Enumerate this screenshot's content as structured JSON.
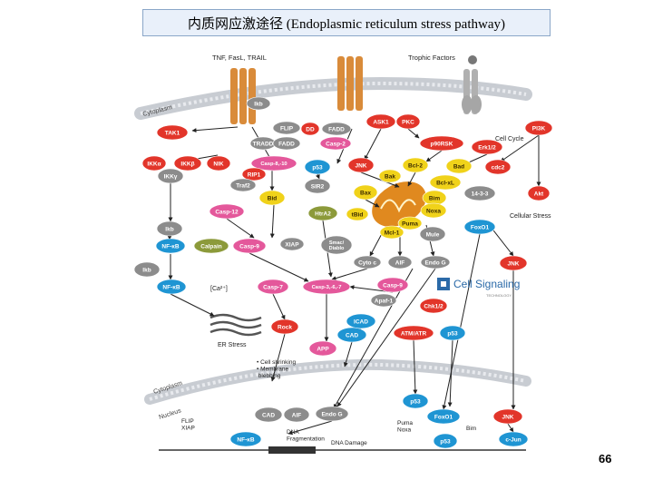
{
  "slide": {
    "title": "内质网应激途径 (Endoplasmic reticulum stress pathway)",
    "page_number": "66"
  },
  "colors": {
    "orange": "#e9812b",
    "red": "#e2352a",
    "blue": "#1f95d3",
    "pink": "#e4589b",
    "gray": "#8c8c8c",
    "darkgray": "#5b5b5b",
    "yellow": "#f0d21a",
    "green": "#8c9a3a",
    "membrane": "#c8ccd2"
  },
  "figure": {
    "receptor_labels": {
      "tnf": "TNF, FasL, TRAIL",
      "trophic": "Trophic Factors"
    },
    "membrane_labels": [
      "Cytoplasm",
      "Cytoplasm",
      "Nucleus"
    ],
    "free_labels": [
      "Cell Cycle",
      "Cellular Stress",
      "[Ca²⁺]",
      "ER Stress",
      "• Cell shrinking\n• Membrane\n  blebbing",
      "FLIP\nXIAP",
      "DNA\nFragmentation",
      "DNA Damage",
      "Puma\nNoxa",
      "Bim"
    ],
    "logo_text": "Cell Signaling",
    "logo_subtext": "TECHNOLOGY",
    "nodes": [
      {
        "label": "Ikb",
        "color": "gray"
      },
      {
        "label": "FLIP",
        "color": "gray"
      },
      {
        "label": "DD",
        "color": "red"
      },
      {
        "label": "FADD",
        "color": "gray"
      },
      {
        "label": "TRADD",
        "color": "gray"
      },
      {
        "label": "FADD",
        "color": "gray"
      },
      {
        "label": "Casp-2",
        "color": "pink"
      },
      {
        "label": "ASK1",
        "color": "red"
      },
      {
        "label": "PKC",
        "color": "red"
      },
      {
        "label": "PI3K",
        "color": "red"
      },
      {
        "label": "TAK1",
        "color": "red"
      },
      {
        "label": "p90RSK",
        "color": "red"
      },
      {
        "label": "Erk1/2",
        "color": "red"
      },
      {
        "label": "IKKα",
        "color": "red"
      },
      {
        "label": "IKKβ",
        "color": "red"
      },
      {
        "label": "NIK",
        "color": "red"
      },
      {
        "label": "Casp-8,-10",
        "color": "pink"
      },
      {
        "label": "p53",
        "color": "blue"
      },
      {
        "label": "JNK",
        "color": "red"
      },
      {
        "label": "Bcl-2",
        "color": "yellow"
      },
      {
        "label": "Bad",
        "color": "yellow"
      },
      {
        "label": "cdc2",
        "color": "red"
      },
      {
        "label": "IKKγ",
        "color": "gray"
      },
      {
        "label": "RIP1",
        "color": "red"
      },
      {
        "label": "Bak",
        "color": "yellow"
      },
      {
        "label": "Bcl-xL",
        "color": "yellow"
      },
      {
        "label": "Traf2",
        "color": "gray"
      },
      {
        "label": "SIR2",
        "color": "gray"
      },
      {
        "label": "Bax",
        "color": "yellow"
      },
      {
        "label": "Bim",
        "color": "yellow"
      },
      {
        "label": "14-3-3",
        "color": "gray"
      },
      {
        "label": "Akt",
        "color": "red"
      },
      {
        "label": "Bid",
        "color": "yellow"
      },
      {
        "label": "Casp-12",
        "color": "pink"
      },
      {
        "label": "HtrA2",
        "color": "green"
      },
      {
        "label": "tBid",
        "color": "yellow"
      },
      {
        "label": "Noxa",
        "color": "yellow"
      },
      {
        "label": "Puma",
        "color": "yellow"
      },
      {
        "label": "FoxO1",
        "color": "blue"
      },
      {
        "label": "Mcl-1",
        "color": "yellow"
      },
      {
        "label": "Mule",
        "color": "gray"
      },
      {
        "label": "Ikb",
        "color": "gray"
      },
      {
        "label": "NF-κB",
        "color": "blue"
      },
      {
        "label": "Calpain",
        "color": "green"
      },
      {
        "label": "Casp-9",
        "color": "pink"
      },
      {
        "label": "XIAP",
        "color": "gray"
      },
      {
        "label": "Smac/\nDiablo",
        "color": "gray"
      },
      {
        "label": "Cyto c",
        "color": "gray"
      },
      {
        "label": "AIF",
        "color": "gray"
      },
      {
        "label": "Endo G",
        "color": "gray"
      },
      {
        "label": "JNK",
        "color": "red"
      },
      {
        "label": "Ikb",
        "color": "gray"
      },
      {
        "label": "NF-κB",
        "color": "blue"
      },
      {
        "label": "Casp-7",
        "color": "pink"
      },
      {
        "label": "Casp-3,-6,-7",
        "color": "pink"
      },
      {
        "label": "Casp-9",
        "color": "pink"
      },
      {
        "label": "Apaf-1",
        "color": "gray"
      },
      {
        "label": "Chk1/2",
        "color": "red"
      },
      {
        "label": "Rock",
        "color": "red"
      },
      {
        "label": "ICAD",
        "color": "blue"
      },
      {
        "label": "CAD",
        "color": "blue"
      },
      {
        "label": "ATM/ATR",
        "color": "red"
      },
      {
        "label": "p53",
        "color": "blue"
      },
      {
        "label": "APP",
        "color": "pink"
      },
      {
        "label": "p53",
        "color": "blue"
      },
      {
        "label": "CAD",
        "color": "gray"
      },
      {
        "label": "AIF",
        "color": "gray"
      },
      {
        "label": "Endo G",
        "color": "gray"
      },
      {
        "label": "FoxO1",
        "color": "blue"
      },
      {
        "label": "JNK",
        "color": "red"
      },
      {
        "label": "NF-κB",
        "color": "blue"
      },
      {
        "label": "p53",
        "color": "blue"
      },
      {
        "label": "c-Jun",
        "color": "blue"
      }
    ]
  }
}
